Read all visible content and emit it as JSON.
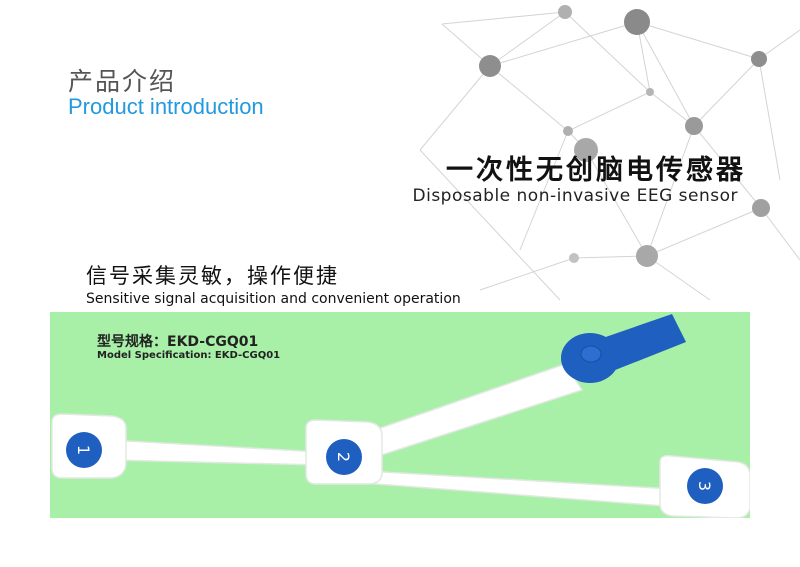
{
  "header": {
    "title_zh": "产品介绍",
    "title_en": "Product introduction"
  },
  "product": {
    "name_zh": "一次性无创脑电传感器",
    "name_en": "Disposable non-invasive EEG sensor"
  },
  "feature": {
    "text_zh": "信号采集灵敏，操作便捷",
    "text_en": "Sensitive signal acquisition and convenient operation"
  },
  "model": {
    "label_zh": "型号规格：EKD-CGQ01",
    "label_en": "Model Specification: EKD-CGQ01"
  },
  "electrodes": [
    "1",
    "2",
    "3"
  ],
  "colors": {
    "accent_blue": "#2299e0",
    "panel_green": "#a8f0a8",
    "electrode_blue": "#1f5fc0",
    "network_gray": "#9a9a9a"
  }
}
